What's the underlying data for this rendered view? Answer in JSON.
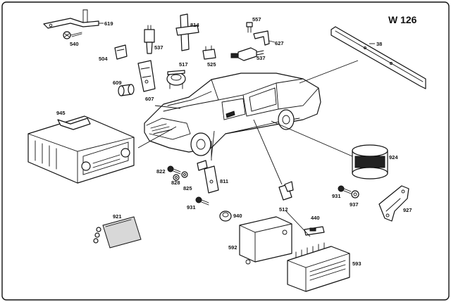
{
  "title": "W 126",
  "parts": [
    "619",
    "540",
    "814",
    "557",
    "627",
    "504",
    "537",
    "517",
    "525",
    "537",
    "38",
    "609",
    "607",
    "945",
    "822",
    "828",
    "825",
    "811",
    "931",
    "940",
    "512",
    "924",
    "931",
    "937",
    "927",
    "921",
    "440",
    "592",
    "593"
  ]
}
